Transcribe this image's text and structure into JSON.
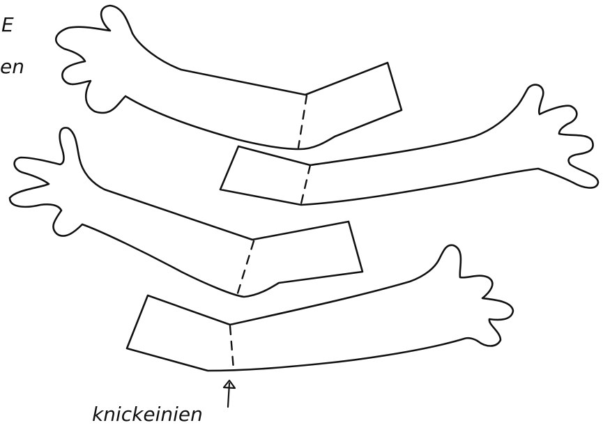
{
  "sketch": {
    "fold_line_label": "knickeinien",
    "cropped_marginal_glyph": "E",
    "cropped_marginal_text": "en"
  }
}
